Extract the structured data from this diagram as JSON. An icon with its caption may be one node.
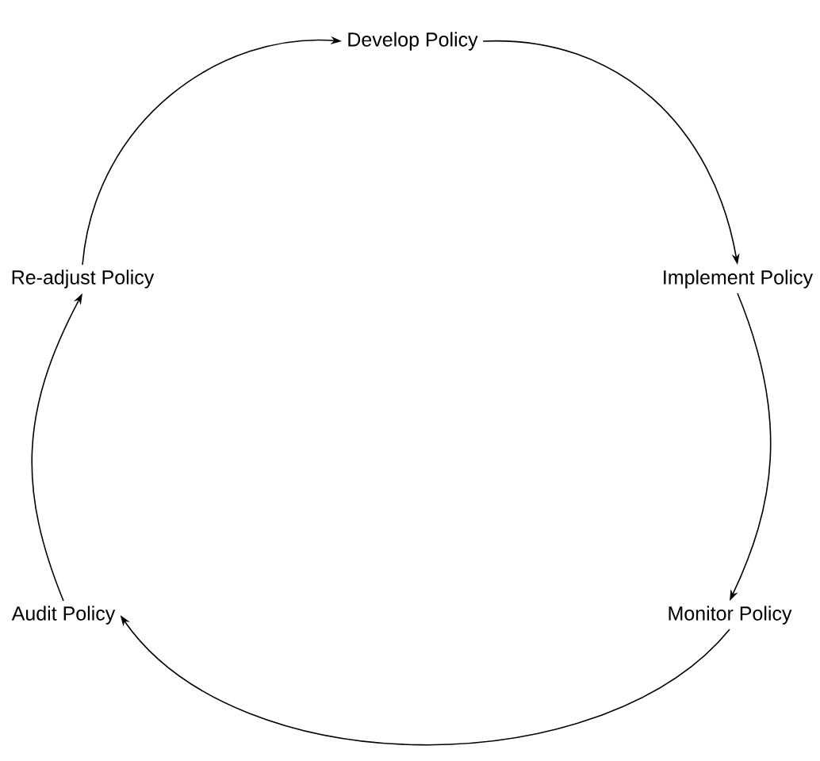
{
  "diagram": {
    "nodes": [
      {
        "text": [
          "Develop Policy"
        ]
      },
      {
        "text": [
          "Implement Policy"
        ]
      },
      {
        "text": [
          "Monitor Policy"
        ]
      },
      {
        "text": [
          "Audit Policy"
        ]
      },
      {
        "text": [
          "Re-adjust Policy"
        ]
      }
    ],
    "edges": [
      {
        "from": 0,
        "to": 1,
        "arrow": "to"
      },
      {
        "from": 1,
        "to": 2,
        "arrow": "to"
      },
      {
        "from": 2,
        "to": 3,
        "arrow": "to"
      },
      {
        "from": 3,
        "to": 4,
        "arrow": "to"
      },
      {
        "from": 4,
        "to": 0,
        "arrow": "to"
      }
    ]
  }
}
